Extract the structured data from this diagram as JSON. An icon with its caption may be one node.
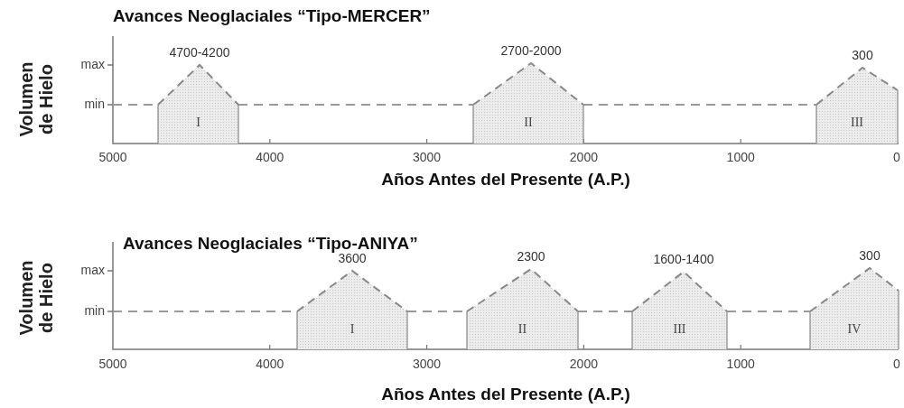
{
  "diagram": {
    "nodes": [
      {
        "text": [
          "I"
        ],
        "beside": [
          "4700-4200"
        ]
      },
      {
        "text": [
          "II"
        ],
        "beside": [
          "2700-2000"
        ]
      },
      {
        "text": [
          "III"
        ],
        "beside": [
          "300"
        ]
      },
      {
        "text": [
          "I"
        ],
        "beside": [
          "3600"
        ]
      },
      {
        "text": [
          "II"
        ],
        "beside": [
          "2300"
        ]
      },
      {
        "text": [
          "III"
        ],
        "beside": [
          "1600-1400"
        ]
      },
      {
        "text": [
          "IV"
        ],
        "beside": [
          "300"
        ]
      }
    ],
    "edges": [
      {
        "from": 0,
        "to": 1,
        "arrow": "none",
        "style": "dashed"
      },
      {
        "from": 1,
        "to": 2,
        "arrow": "none",
        "style": "dashed"
      },
      {
        "from": 3,
        "to": 4,
        "arrow": "none",
        "style": "dashed"
      },
      {
        "from": 4,
        "to": 5,
        "arrow": "none",
        "style": "dashed"
      },
      {
        "from": 5,
        "to": 6,
        "arrow": "none",
        "style": "dashed"
      }
    ],
    "labels": [
      "Avances Neoglaciales “Tipo-MERCER”",
      "Volumen de Hielo",
      "max",
      "min",
      "5000",
      "4000",
      "3000",
      "2000",
      "1000",
      "0",
      "Años Antes del Presente (A.P.)",
      "Avances Neoglaciales “Tipo-ANIYA”",
      "Volumen de Hielo",
      "max",
      "min",
      "5000",
      "4000",
      "3000",
      "2000",
      "1000",
      "0",
      "Años Antes del Presente (A.P.)"
    ]
  }
}
